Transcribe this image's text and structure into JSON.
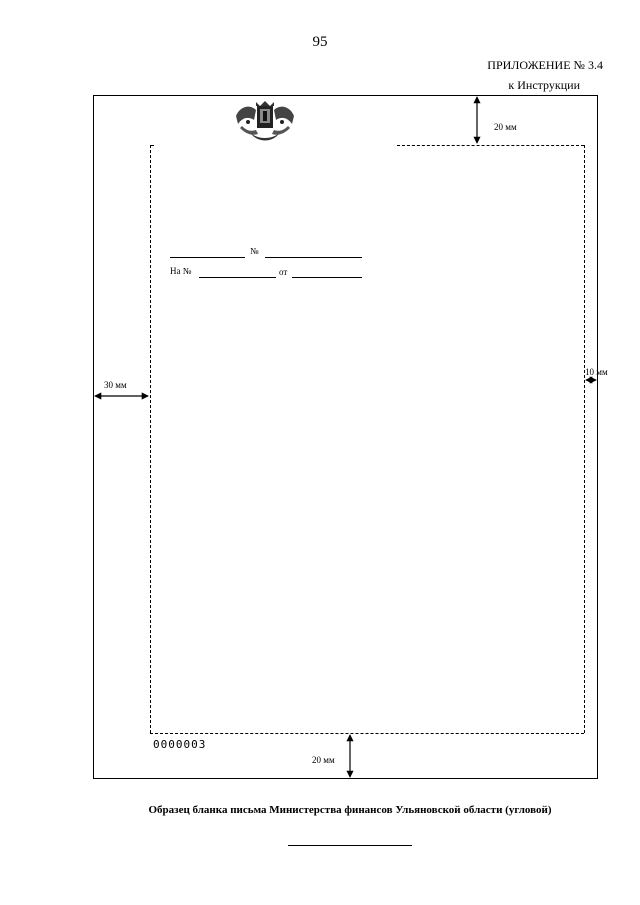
{
  "header": {
    "page_number": "95",
    "appendix_title": "ПРИЛОЖЕНИЕ № 3.4",
    "appendix_subtitle": "к Инструкции"
  },
  "form": {
    "number_sign": "№",
    "reply_prefix": "На №",
    "from_label": "от",
    "serial_number": "0000003"
  },
  "margins": {
    "top": "20 мм",
    "left": "30 мм",
    "right": "10 мм",
    "bottom": "20 мм"
  },
  "caption": "Образец бланка письма Министерства финансов Ульяновской области (угловой)",
  "emblem_icon": "coat-of-arms-icon"
}
